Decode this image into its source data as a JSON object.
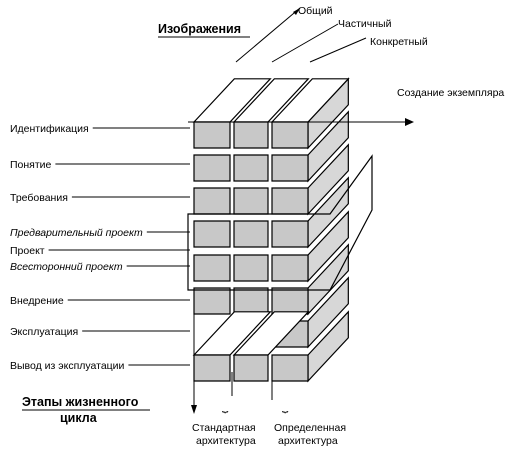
{
  "title": "Изображения",
  "bottom_title_line1": "Этапы жизненного",
  "bottom_title_line2": "цикла",
  "axis_labels": {
    "general": "Общий",
    "partial": "Частичный",
    "concrete": "Конкретный",
    "instance": "Создание экземпляра"
  },
  "stages": [
    {
      "label": "Идентификация",
      "italic": false
    },
    {
      "label": "Понятие",
      "italic": false
    },
    {
      "label": "Требования",
      "italic": false
    },
    {
      "label": "Предварительный проект",
      "italic": true
    },
    {
      "label": "Проект",
      "italic": false
    },
    {
      "label": "Всесторонний проект",
      "italic": true
    },
    {
      "label": "Внедрение",
      "italic": false
    },
    {
      "label": "Эксплуатация",
      "italic": false
    },
    {
      "label": "Вывод из эксплуатации",
      "italic": false
    }
  ],
  "architectures": [
    {
      "line1": "Стандартная",
      "line2": "архитектура",
      "brace": "⏟"
    },
    {
      "line1": "Определенная",
      "line2": "архитектура",
      "brace": "⏟"
    }
  ]
}
